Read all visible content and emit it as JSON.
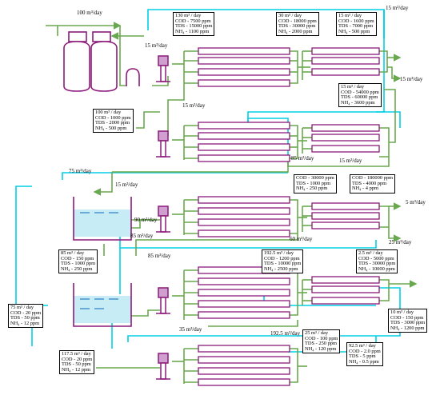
{
  "colors": {
    "green_line": "#6aa84f",
    "cyan_line": "#00d0e8",
    "purple": "#8b1a7a",
    "tank_water": "#c8ecf5",
    "tank_dash": "#2a7fc0",
    "membrane_fill": "#ffffff",
    "box_border": "#000000"
  },
  "icons": [
    "filter-vessel-icon",
    "cartridge-filter-icon",
    "pump-icon",
    "membrane-module-icon",
    "tank-icon",
    "arrow-icon"
  ],
  "flow_labels": {
    "feed_in": "100 m³/day",
    "loop_top": "15 m³/day",
    "top_right_out": "15 m³/day",
    "right_return": "15 m³/day",
    "stage2_in": "15 m³/day",
    "bottom_return": "15 m³/day",
    "tank1_in": "75 m³/day",
    "tank1_side": "15 m³/day",
    "pump3_in": "90 m³/day",
    "tank1_out": "85 m³/day",
    "mid_split": "85 m³/day",
    "mid_down": "85 m³/day",
    "right_5": "5 m³/day",
    "right_25": "25 m³/day",
    "left_60": "60 m³/day",
    "stage4_35": "35 m³/day",
    "stage4_1925": "192.5 m³/day"
  },
  "boxes": {
    "b1": [
      "130 m³ / day",
      "COD  -  7500 ppm",
      "TDS  -  15000 ppm",
      "NH₄  -  1100 ppm"
    ],
    "b2": [
      "30 m³ / day",
      "COD  -  18000 ppm",
      "TDS  -  30000 ppm",
      "NH₄  -  2000 ppm"
    ],
    "b3": [
      "15 m³ / day",
      "COD  -  1600 ppm",
      "TDS  -  7000 ppm",
      "NH₄  -  500 ppm"
    ],
    "b4": [
      "15 m³ / day",
      "COD  -  54000 ppm",
      "TDS  -  60000 ppm",
      "NH₄  -  3600 ppm"
    ],
    "b5": [
      "100 m³ / day",
      "COD  -  1000 ppm",
      "TDS  -  2000 ppm",
      "NH₄  -  500 ppm"
    ],
    "b6": [
      "COD  -  30000 ppm",
      "TDS  -  1000 ppm",
      "NH₄  -  250 ppm"
    ],
    "b7": [
      "COD  -  180000 ppm",
      "TDS  -  4000 ppm",
      "NH₄  -  4 ppm"
    ],
    "b8": [
      "85 m³ / day",
      "COD  -  150 ppm",
      "TDS  -  1000 ppm",
      "NH₄  -  250 ppm"
    ],
    "b9": [
      "192.5 m³ / day",
      "COD  -  1200 ppm",
      "TDS  -  10000 ppm",
      "NH₄  -  2500 ppm"
    ],
    "b10": [
      "2.5 m³ / day",
      "COD  -  5000 ppm",
      "TDS  -  30000 ppm",
      "NH₄  -  10000 ppm"
    ],
    "b11": [
      "75 m³ / day",
      "COD  -  20 ppm",
      "TDS  -  50 ppm",
      "NH₄  -  12 ppm"
    ],
    "b12": [
      "10 m³ / day",
      "COD  -  150 ppm",
      "TDS  -  3000 ppm",
      "NH₄  -  1200 ppm"
    ],
    "b13": [
      "25 m³ / day",
      "COD  -  100 ppm",
      "TDS  -  250 ppm",
      "NH₄  -  120 ppm"
    ],
    "b14": [
      "117.5 m³ / day",
      "COD  -  20 ppm",
      "TDS  -  50 ppm",
      "NH₄  -  12 ppm"
    ],
    "b15": [
      "92.5 m³ / day",
      "COD  -  2.0 ppm",
      "TDS  -  5 ppm",
      "NH₄  -  0.5 ppm"
    ]
  }
}
